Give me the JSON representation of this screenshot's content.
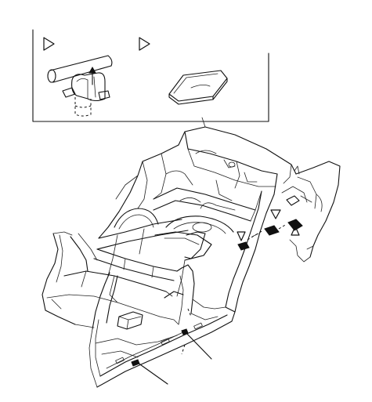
{
  "figure": {
    "background": "#ffffff",
    "line_color": "#111111",
    "inset": {
      "marker_left": "triangle-marker",
      "marker_right": "triangle-marker",
      "part_left": "clip-on-rod",
      "part_right": "pad"
    },
    "main": {
      "subject": "vehicle-underbody-frame",
      "callout_count": 2
    }
  }
}
